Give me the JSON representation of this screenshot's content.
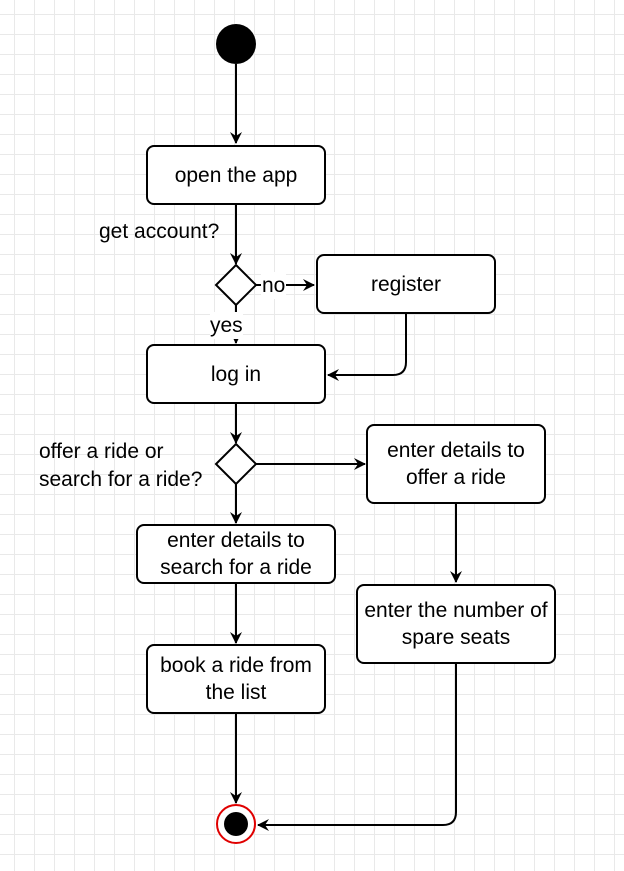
{
  "diagram": {
    "nodes": {
      "open_app": "open the app",
      "register": "register",
      "log_in": "log in",
      "offer_details": "enter details to offer a ride",
      "search_details": "enter details to search for a ride",
      "spare_seats": "enter the number of spare seats",
      "book_ride": "book a ride from the list"
    },
    "labels": {
      "get_account": "get account?",
      "no": "no",
      "yes": "yes",
      "offer_or_search": "offer a ride or search for a ride?"
    },
    "colors": {
      "stroke": "#000000",
      "final_ring": "#e00000",
      "grid": "#e9e9e9"
    }
  }
}
